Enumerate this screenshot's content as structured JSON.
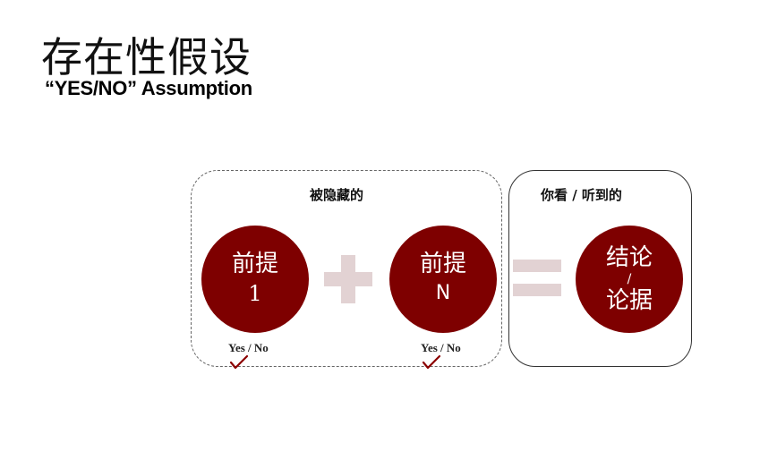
{
  "title": "存在性假设",
  "subtitle": "“YES/NO” Assumption",
  "hidden_group": {
    "label": "被隐藏的"
  },
  "seen_group": {
    "label": "你看 / 听到的"
  },
  "premise_1": {
    "main": "前提",
    "sub": "1",
    "yes_no": "Yes / No"
  },
  "premise_n": {
    "main": "前提",
    "sub": "N",
    "yes_no": "Yes / No"
  },
  "conclusion": {
    "line1": "结论",
    "slash": "/",
    "line2": "论据"
  },
  "colors": {
    "circle": "#7e0000",
    "operator": "#e2d2d3",
    "check": "#8b0000"
  },
  "icons": {
    "plus": "plus-icon",
    "equals": "equals-icon",
    "check": "checkmark-icon"
  }
}
